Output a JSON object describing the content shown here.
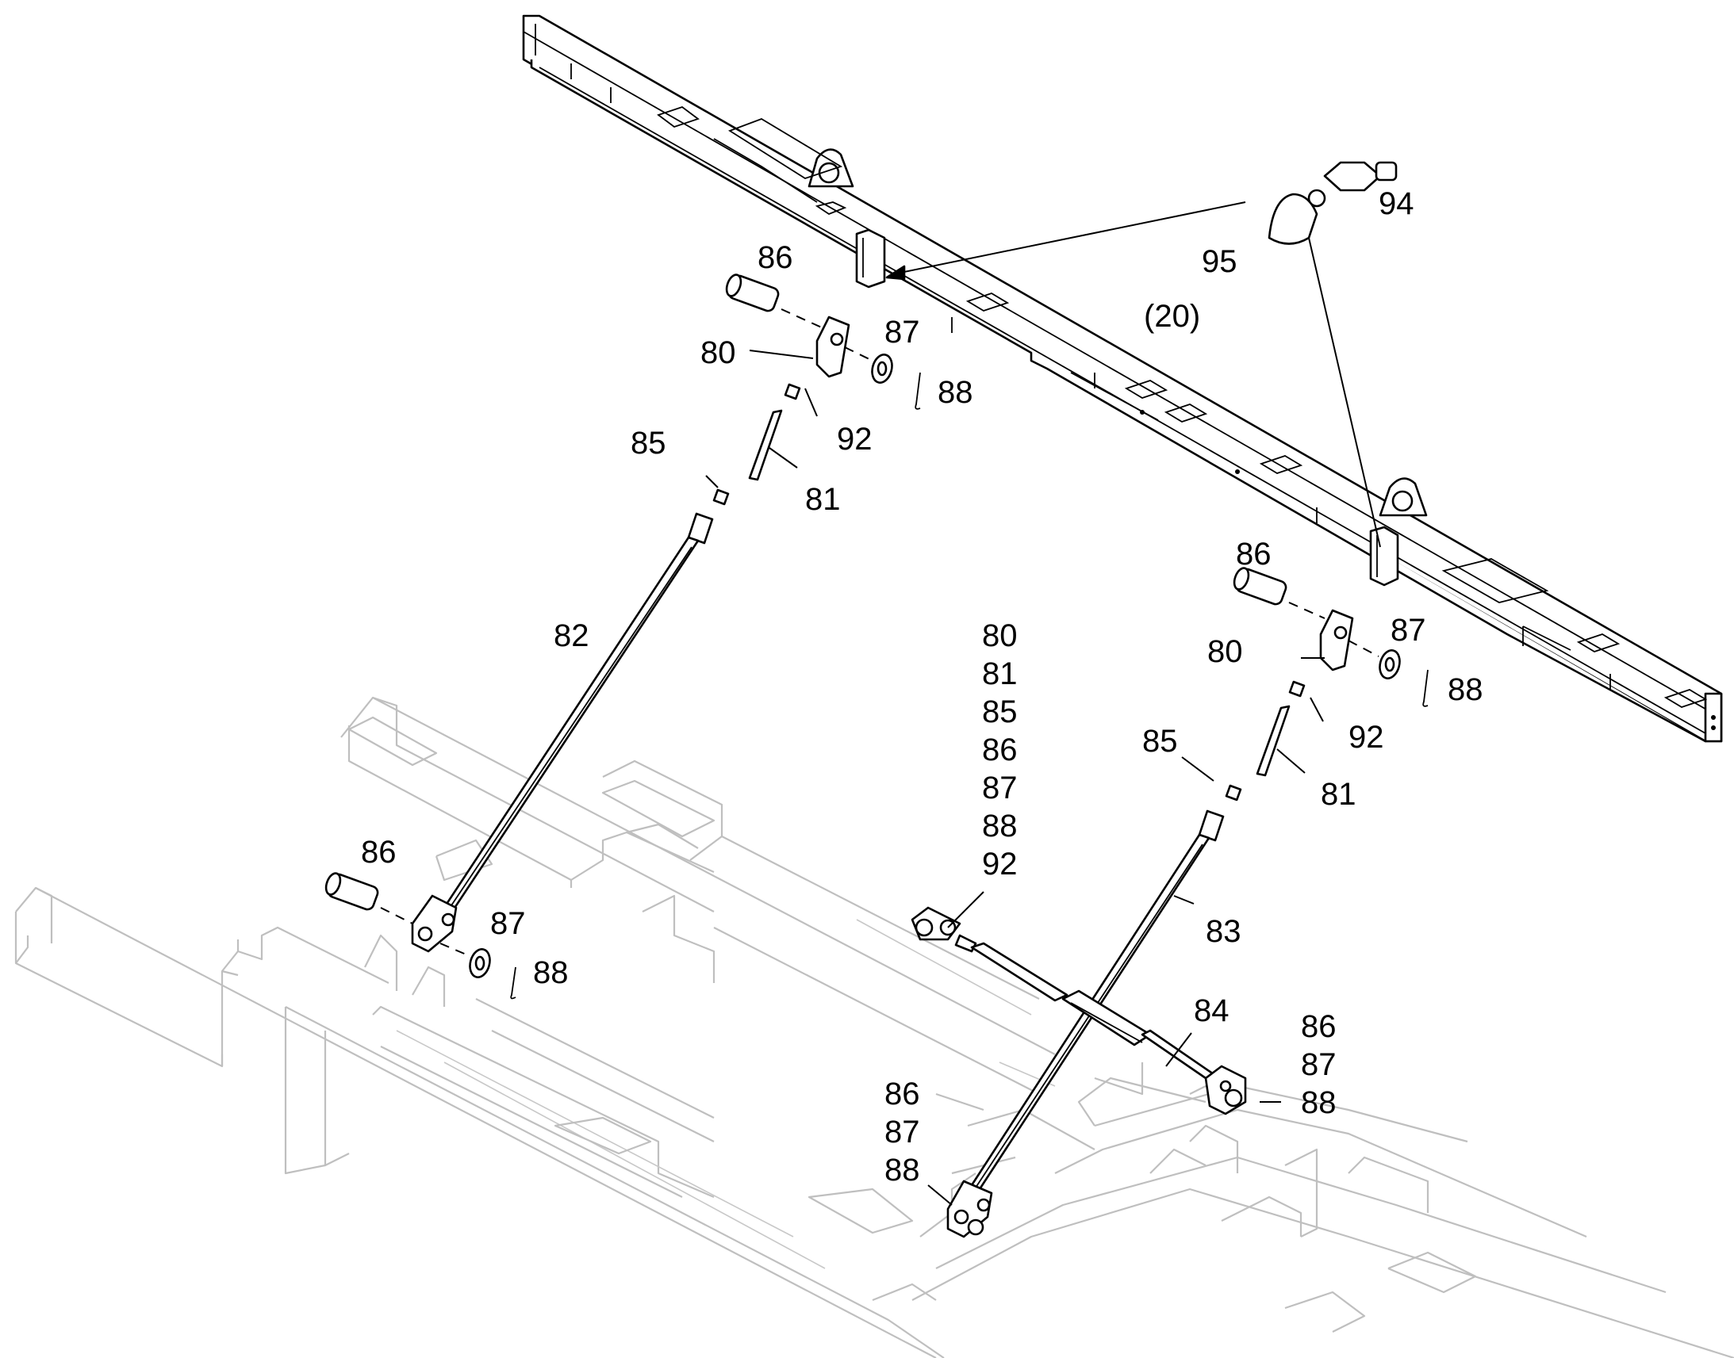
{
  "callouts": {
    "c94": "94",
    "c95": "95",
    "c20": "(20)",
    "c86_top": "86",
    "c80_top": "80",
    "c87_top": "87",
    "c88_top": "88",
    "c92_top": "92",
    "c85_top": "85",
    "c81_top": "81",
    "c82": "82",
    "c86_right": "86",
    "c80_right": "80",
    "c87_right": "87",
    "c88_right": "88",
    "c92_right": "92",
    "c85_right": "85",
    "c81_right": "81",
    "c83": "83",
    "c84": "84",
    "c86_left": "86",
    "c87_left": "87",
    "c88_left": "88",
    "stack_mid": [
      "80",
      "81",
      "85",
      "86",
      "87",
      "88",
      "92"
    ],
    "stack_right": [
      "86",
      "87",
      "88"
    ],
    "stack_bottom": [
      "86",
      "87",
      "88"
    ]
  },
  "colors": {
    "part_line": "#000000",
    "frame_line": "#bfbfbf",
    "background": "#ffffff"
  }
}
